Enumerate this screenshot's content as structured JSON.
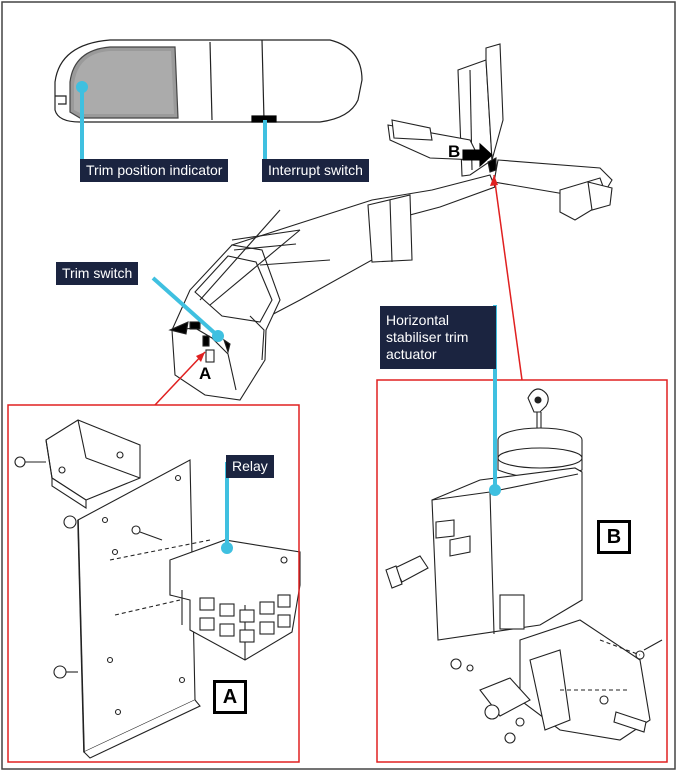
{
  "callouts": {
    "trim_position_indicator": "Trim position indicator",
    "interrupt_switch": "Interrupt switch",
    "trim_switch": "Trim switch",
    "horizontal_stabiliser_trim_actuator": "Horizontal stabiliser trim actuator",
    "relay": "Relay"
  },
  "point_labels": {
    "a": "A",
    "b": "B"
  },
  "detail_labels": {
    "a": "A",
    "b": "B"
  },
  "colors": {
    "callout_bg": "#1b2440",
    "leader_line": "#3fc0e0",
    "detail_border": "#e02020",
    "drawing_line": "#222222"
  }
}
